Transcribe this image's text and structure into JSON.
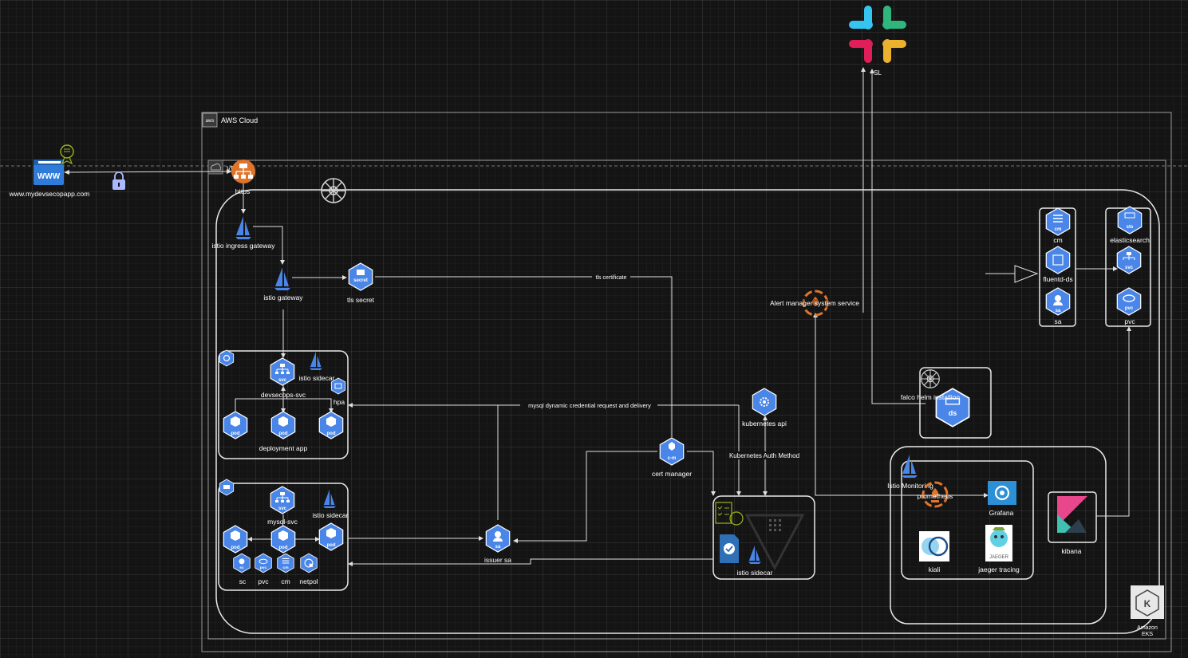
{
  "colors": {
    "background": "#141414",
    "k8s_blue": "#4a86e8",
    "aws_orange": "#e0742a",
    "line": "#e0e0e0"
  },
  "internet": {
    "domain": "www.mydevsecopapp.com",
    "browser_text": "WWW",
    "icons": [
      "browser-icon",
      "certificate-icon",
      "lock-icon"
    ]
  },
  "aws_cloud": {
    "label": "AWS Cloud",
    "badge": "aws",
    "vpc_label": "VPC"
  },
  "slack": {
    "label": "SL"
  },
  "ingress": {
    "https": "https",
    "ingress_gateway": "istio ingress gateway",
    "gateway": "istio gateway"
  },
  "tls": {
    "secret": "tls secret",
    "secret_hex": "secret",
    "certificate_edge": "tls certificate"
  },
  "app_ns": {
    "svc_label": "devsecops-svc",
    "svc_hex": "svc",
    "sidecar": "istio sidecar",
    "hpa": "hpa",
    "pod_hex": "pod",
    "deployment": "deployment app"
  },
  "mysql_ns": {
    "svc_label": "mysql-svc",
    "svc_hex": "svc",
    "sidecar": "istio sidecar",
    "pod_hex": "pod",
    "sc": "sc",
    "sc_hex": "sc",
    "pvc": "pvc",
    "pvc_hex": "pvc",
    "cm": "cm",
    "cm_hex": "cm",
    "netpol": "netpol"
  },
  "issuer": {
    "label": "issuer sa",
    "hex": "sa"
  },
  "cert_manager": {
    "label": "cert manager",
    "hex": "c-m"
  },
  "k8s_api": {
    "label": "kubernetes api"
  },
  "auth_method": {
    "label": "Kubernetes Auth Method"
  },
  "vault": {
    "sidecar": "istio sidecar"
  },
  "mysql_edge": {
    "label": "mysql dynamic credential request and delivery"
  },
  "alert_manager": {
    "label": "Alert manager system service"
  },
  "falco": {
    "label": "falco helm installion",
    "hex": "ds"
  },
  "logging": {
    "cm": "cm",
    "cm_hex": "cm",
    "fluentd": "fluentd-ds",
    "sa": "sa",
    "sa_hex": "sa",
    "elasticsearch": "elasticsearch",
    "es_hex": "sts",
    "es_svc_hex": "svc",
    "pvc": "pvc",
    "pvc_hex": "pvc"
  },
  "monitoring": {
    "istio": "Istio Monitoring",
    "prometheus": "prometheus",
    "grafana": "Grafana",
    "kiali": "kiali",
    "jaeger": "jaeger tracing",
    "jaeger_badge": "JAEGER",
    "kibana": "kibana"
  },
  "eks": {
    "label1": "Amazon",
    "label2": "EKS"
  }
}
